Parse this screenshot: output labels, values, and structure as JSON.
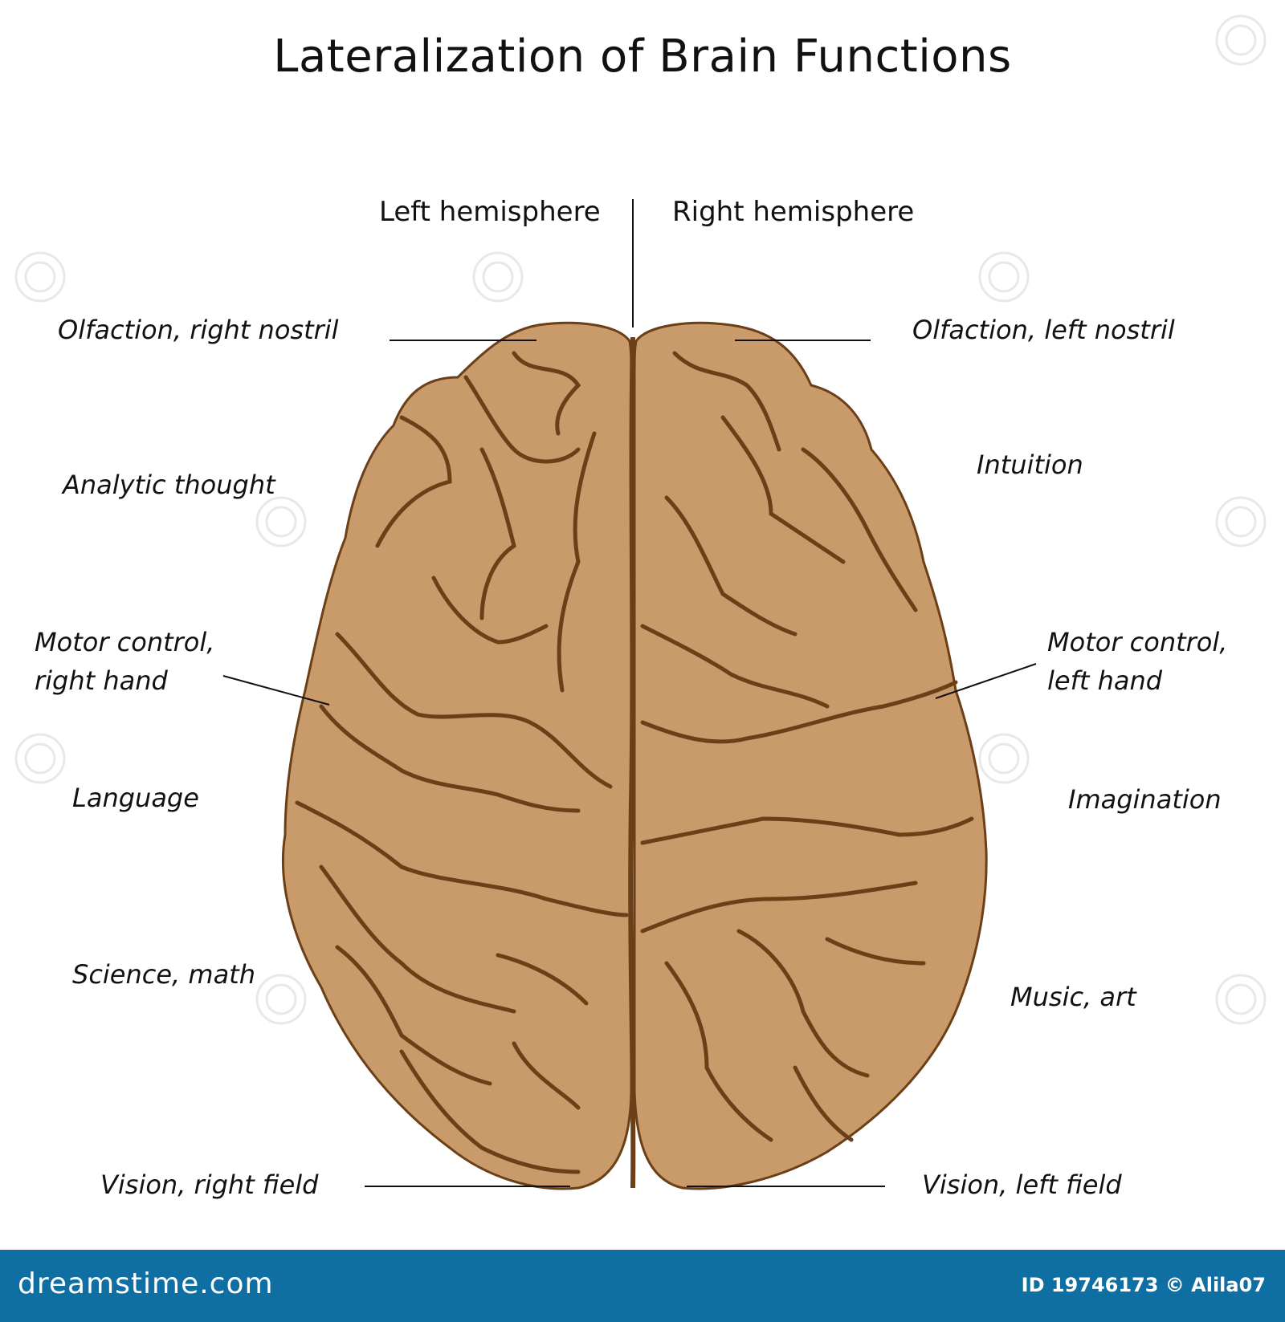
{
  "title": "Lateralization of Brain Functions",
  "hemispheres": {
    "left": "Left hemisphere",
    "right": "Right hemisphere"
  },
  "labels_left": {
    "olfaction": "Olfaction, right nostril",
    "analytic": "Analytic thought",
    "motor_line1": "Motor control,",
    "motor_line2": "right hand",
    "language": "Language",
    "science": "Science, math",
    "vision": "Vision, right field"
  },
  "labels_right": {
    "olfaction": "Olfaction, left nostril",
    "intuition": "Intuition",
    "motor_line1": "Motor control,",
    "motor_line2": "left hand",
    "imagination": "Imagination",
    "music": "Music, art",
    "vision": "Vision, left field"
  },
  "footer": {
    "brand": "dreamstime.com",
    "credit": "ID 19746173 © Alila07"
  },
  "colors": {
    "brain_fill": "#c99a6a",
    "brain_outline": "#6b3f17",
    "sulcus": "#6b3f17",
    "footer_bg": "#0f6fa3"
  }
}
